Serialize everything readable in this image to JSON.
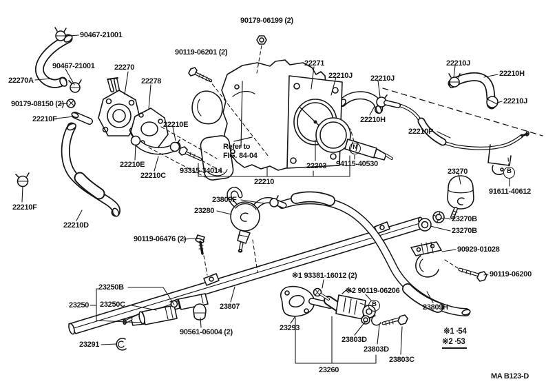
{
  "figure": {
    "code": "MA  B123-D",
    "refer_note": "Refer to\nFIG. 84-04",
    "notes": [
      "※1 ∙54",
      "※2 ∙53"
    ]
  },
  "colors": {
    "ink": "#161616",
    "background": "#ffffff"
  },
  "labels": [
    "90467-21001",
    "90467-21001",
    "22270A",
    "90179-08150 (2)",
    "22210F",
    "22270",
    "22278",
    "22210E",
    "22210E",
    "22210C",
    "22210F",
    "22210D",
    "93315-34014",
    "22210",
    "90179-06199 (2)",
    "90119-06201 (2)",
    "22271",
    "22210J",
    "22210J",
    "22210H",
    "22203",
    "94115-40530",
    "N",
    "22210J",
    "22210H",
    "22210J",
    "22210P",
    "23270",
    "B",
    "91611-40612",
    "23270B",
    "23270B",
    "90929-01028",
    "90119-06200",
    "23809H",
    "23809F",
    "23280",
    "90119-06476 (2)",
    "23807",
    "23250B",
    "23250",
    "23250C",
    "23291",
    "90561-06004 (2)",
    "※1 93381-16012 (2)",
    "※2 90119-06206",
    "B",
    "23293",
    "23803D",
    "23803D",
    "23803C",
    "23260"
  ]
}
